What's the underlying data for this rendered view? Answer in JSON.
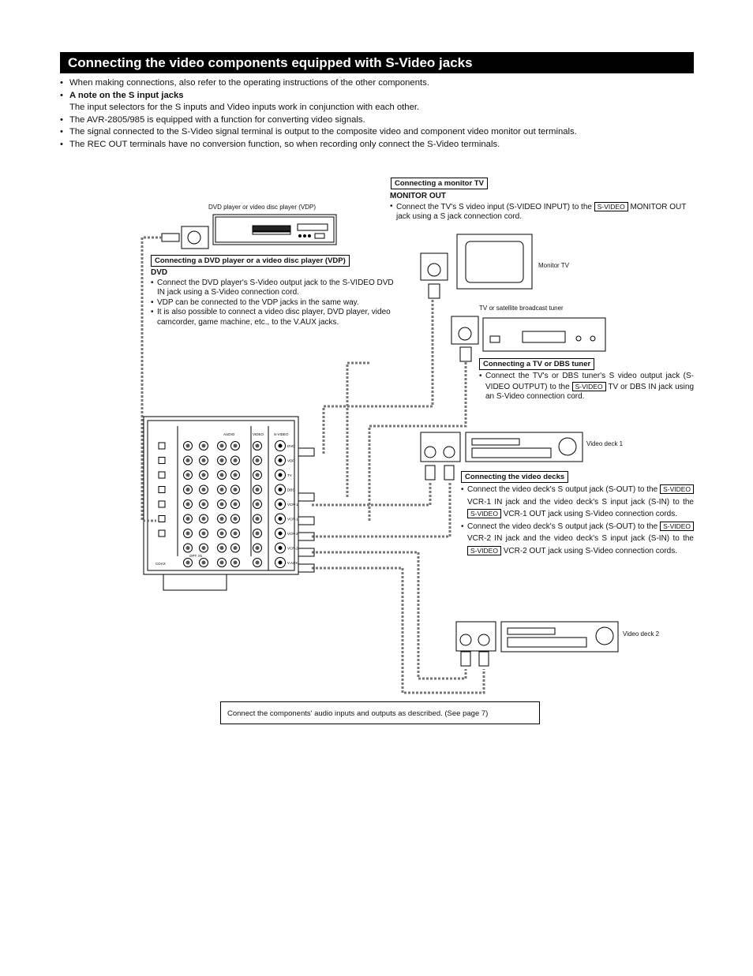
{
  "page": {
    "title": "Connecting the video components equipped with S-Video jacks",
    "intro_1": "When making connections, also refer to the operating instructions of the other components.",
    "intro_2_head": "A note on the S input jacks",
    "intro_2_body": "The input selectors for the S inputs and Video inputs work in conjunction with each other.",
    "intro_3": "The AVR-2805/985 is equipped with a function for converting video signals.",
    "intro_4": "The signal connected to the S-Video signal terminal is output to the composite video and component video monitor out terminals.",
    "intro_5": "The REC OUT terminals have no conversion function, so when recording only connect the S-Video terminals."
  },
  "labels": {
    "dvd_player": "DVD player or video disc player (VDP)",
    "monitor_tv": "Monitor TV",
    "tuner": "TV or satellite broadcast tuner",
    "video_deck_1": "Video deck 1",
    "video_deck_2": "Video deck 2",
    "svideo_tag": "S-VIDEO"
  },
  "monitor": {
    "header": "Connecting a monitor TV",
    "sub": "MONITOR OUT",
    "b1_a": "Connect the TV's S video input (S-VIDEO INPUT) to the",
    "b1_b": "MONITOR OUT jack using a S jack connection cord."
  },
  "dvd": {
    "header": "Connecting a DVD player or a video disc player (VDP)",
    "sub": "DVD",
    "b1": "Connect the DVD player's S-Video output jack to the S-VIDEO DVD IN jack using a S-Video connection cord.",
    "b2": "VDP can be connected to the VDP jacks in the same way.",
    "b3": "It is also possible to connect a video disc player, DVD player, video camcorder, game machine, etc., to the V.AUX jacks."
  },
  "tuner_sec": {
    "header": "Connecting a TV or DBS tuner",
    "b1_a": "Connect the TV's or DBS tuner's S video output jack (S-VIDEO OUTPUT) to the",
    "b1_b": "TV or DBS IN jack using an S-Video connection cord."
  },
  "decks": {
    "header": "Connecting the video decks",
    "b1_a": "Connect the video deck's S output jack (S-OUT) to the",
    "b1_b": "VCR-1 IN jack and the video deck's S input jack (S-IN) to the",
    "b1_c": "VCR-1 OUT jack using S-Video connection cords.",
    "b2_a": "Connect the video deck's S output jack (S-OUT) to the",
    "b2_b": "VCR-2 IN jack and the video deck's S input jack (S-IN) to the",
    "b2_c": "VCR-2 OUT jack using S-Video connection cords."
  },
  "receiver": {
    "jack_labels": [
      "DVD",
      "VDP",
      "TV",
      "DBS",
      "VCR-1",
      "VCR-1",
      "VCR-2",
      "VCR-2",
      "V.AUX"
    ],
    "col_audio": "AUDIO",
    "col_video": "VIDEO",
    "col_svideo": "S-VIDEO",
    "opt_in": "OPT. IN",
    "coax": "COAX"
  },
  "note": "Connect the components' audio inputs and outputs as described. (See page 7)"
}
